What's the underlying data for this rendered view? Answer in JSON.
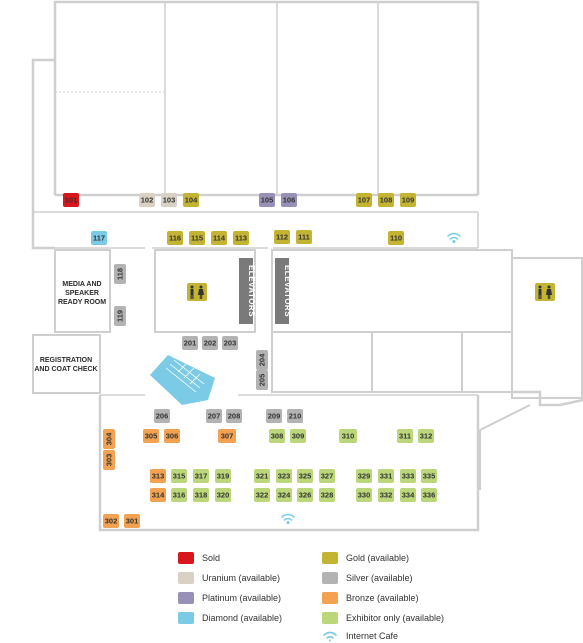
{
  "colors": {
    "sold": "#d7161d",
    "uranium": "#d9d1c3",
    "platinum": "#9990b8",
    "diamond": "#7bcbe6",
    "gold": "#c4b434",
    "silver": "#b3b3b3",
    "bronze": "#f2a251",
    "exhibitor": "#bcd77a",
    "wall": "#cfcfcf",
    "elevator": "#7a7a7a",
    "restroom": "#c4b434",
    "stairs": "#7bcbe6"
  },
  "rooms": {
    "media": "MEDIA AND SPEAKER READY ROOM",
    "media_lines": [
      "MEDIA AND",
      "SPEAKER",
      "READY ROOM"
    ],
    "registration_lines": [
      "REGISTRATION",
      "AND COAT CHECK"
    ],
    "elevators": "ELEVATORS"
  },
  "icons": {
    "restroom": "restroom-icon",
    "wifi": "wifi-icon",
    "stairs": "stairs-icon"
  },
  "booths": [
    {
      "id": "101",
      "tier": "sold"
    },
    {
      "id": "102",
      "tier": "uranium"
    },
    {
      "id": "103",
      "tier": "uranium"
    },
    {
      "id": "104",
      "tier": "gold"
    },
    {
      "id": "105",
      "tier": "platinum"
    },
    {
      "id": "106",
      "tier": "platinum"
    },
    {
      "id": "107",
      "tier": "gold"
    },
    {
      "id": "108",
      "tier": "gold"
    },
    {
      "id": "109",
      "tier": "gold"
    },
    {
      "id": "117",
      "tier": "diamond"
    },
    {
      "id": "116",
      "tier": "gold"
    },
    {
      "id": "115",
      "tier": "gold"
    },
    {
      "id": "114",
      "tier": "gold"
    },
    {
      "id": "113",
      "tier": "gold"
    },
    {
      "id": "112",
      "tier": "gold"
    },
    {
      "id": "111",
      "tier": "gold"
    },
    {
      "id": "110",
      "tier": "gold"
    },
    {
      "id": "118",
      "tier": "silver"
    },
    {
      "id": "119",
      "tier": "silver"
    },
    {
      "id": "201",
      "tier": "silver"
    },
    {
      "id": "202",
      "tier": "silver"
    },
    {
      "id": "203",
      "tier": "silver"
    },
    {
      "id": "204",
      "tier": "silver"
    },
    {
      "id": "205",
      "tier": "silver"
    },
    {
      "id": "206",
      "tier": "silver"
    },
    {
      "id": "207",
      "tier": "silver"
    },
    {
      "id": "208",
      "tier": "silver"
    },
    {
      "id": "209",
      "tier": "silver"
    },
    {
      "id": "210",
      "tier": "silver"
    },
    {
      "id": "304",
      "tier": "bronze"
    },
    {
      "id": "303",
      "tier": "bronze"
    },
    {
      "id": "305",
      "tier": "bronze"
    },
    {
      "id": "306",
      "tier": "bronze"
    },
    {
      "id": "307",
      "tier": "bronze"
    },
    {
      "id": "308",
      "tier": "exhibitor"
    },
    {
      "id": "309",
      "tier": "exhibitor"
    },
    {
      "id": "310",
      "tier": "exhibitor"
    },
    {
      "id": "311",
      "tier": "exhibitor"
    },
    {
      "id": "312",
      "tier": "exhibitor"
    },
    {
      "id": "313",
      "tier": "bronze"
    },
    {
      "id": "314",
      "tier": "bronze"
    },
    {
      "id": "315",
      "tier": "exhibitor"
    },
    {
      "id": "316",
      "tier": "exhibitor"
    },
    {
      "id": "317",
      "tier": "exhibitor"
    },
    {
      "id": "318",
      "tier": "exhibitor"
    },
    {
      "id": "319",
      "tier": "exhibitor"
    },
    {
      "id": "320",
      "tier": "exhibitor"
    },
    {
      "id": "321",
      "tier": "exhibitor"
    },
    {
      "id": "322",
      "tier": "exhibitor"
    },
    {
      "id": "323",
      "tier": "exhibitor"
    },
    {
      "id": "324",
      "tier": "exhibitor"
    },
    {
      "id": "325",
      "tier": "exhibitor"
    },
    {
      "id": "326",
      "tier": "exhibitor"
    },
    {
      "id": "327",
      "tier": "exhibitor"
    },
    {
      "id": "328",
      "tier": "exhibitor"
    },
    {
      "id": "329",
      "tier": "exhibitor"
    },
    {
      "id": "330",
      "tier": "exhibitor"
    },
    {
      "id": "331",
      "tier": "exhibitor"
    },
    {
      "id": "332",
      "tier": "exhibitor"
    },
    {
      "id": "333",
      "tier": "exhibitor"
    },
    {
      "id": "334",
      "tier": "exhibitor"
    },
    {
      "id": "335",
      "tier": "exhibitor"
    },
    {
      "id": "336",
      "tier": "exhibitor"
    },
    {
      "id": "302",
      "tier": "bronze"
    },
    {
      "id": "301",
      "tier": "bronze"
    }
  ],
  "legend": [
    {
      "key": "sold",
      "label": "Sold"
    },
    {
      "key": "uranium",
      "label": "Uranium (available)"
    },
    {
      "key": "platinum",
      "label": "Platinum (available)"
    },
    {
      "key": "diamond",
      "label": "Diamond (available)"
    },
    {
      "key": "gold",
      "label": "Gold (available)"
    },
    {
      "key": "silver",
      "label": "Silver (available)"
    },
    {
      "key": "bronze",
      "label": "Bronze (available)"
    },
    {
      "key": "exhibitor",
      "label": "Exhibitor only (available)"
    },
    {
      "key": "wifi",
      "label": "Internet Cafe"
    }
  ]
}
